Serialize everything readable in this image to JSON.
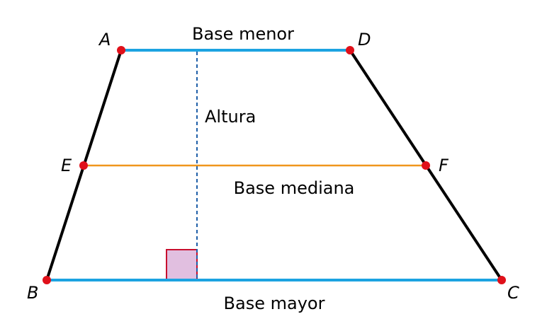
{
  "colors": {
    "bases": "#1ca3e1",
    "sides": "#000000",
    "median": "#f0961c",
    "height": "#1f5fa8",
    "points": "#e0101a",
    "right_angle_fill": "#e1bfe0",
    "right_angle_stroke": "#c8102e"
  },
  "labels": {
    "base_minor": "Base menor",
    "base_major": "Base mayor",
    "base_median": "Base mediana",
    "height": "Altura"
  },
  "vertices": {
    "A": "A",
    "B": "B",
    "C": "C",
    "D": "D",
    "E": "E",
    "F": "F"
  }
}
